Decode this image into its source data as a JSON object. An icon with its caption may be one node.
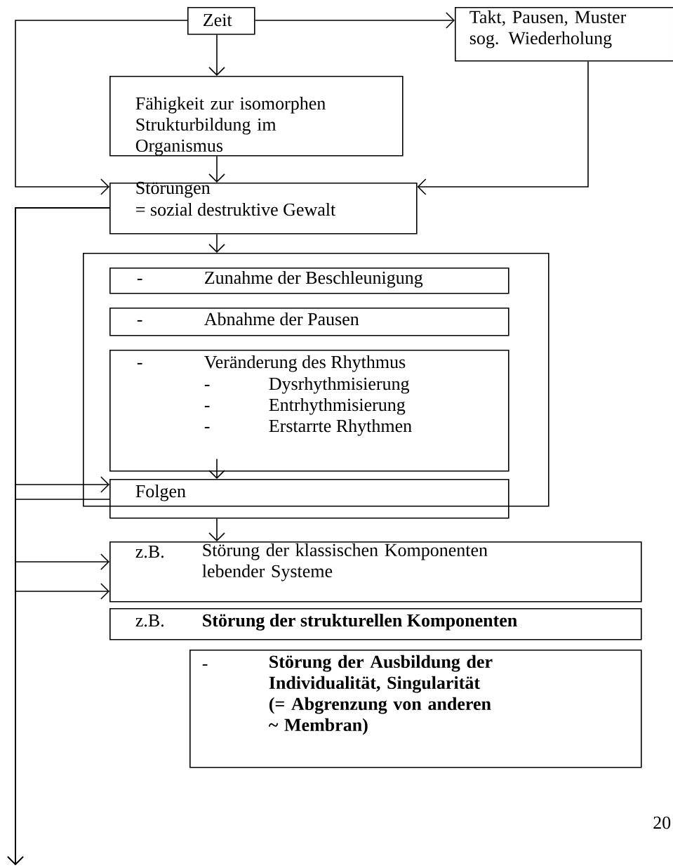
{
  "diagram": {
    "nodes": [
      {
        "text": [
          "Zeit"
        ]
      },
      {
        "text": [
          "Takt, Pausen, Muster sog. Wiederholung"
        ]
      },
      {
        "text": [
          "Fähigkeit zur isomorphen Strukturbildung im Organismus"
        ]
      },
      {
        "text": [
          "Störungen",
          "= sozial destruktive Gewalt"
        ]
      },
      {
        "text": [],
        "shape": "box"
      },
      {
        "text": [
          "-",
          "Zunahme der Beschleunigung"
        ],
        "in": 4
      },
      {
        "text": [
          "-",
          "Abnahme der Pausen"
        ],
        "in": 4
      },
      {
        "text": [
          "-",
          "Veränderung des Rhythmus",
          "-",
          "Dysrhythmisierung",
          "-",
          "Entrhythmisierung",
          "-",
          "Erstarrte Rhythmen"
        ],
        "in": 4
      },
      {
        "text": [
          "Folgen"
        ]
      },
      {
        "text": [
          "z.B.",
          "Störung der klassischen Komponenten lebender Systeme"
        ]
      },
      {
        "text": [
          "z.B.",
          "Störung der strukturellen Komponenten"
        ]
      },
      {
        "text": [
          "-",
          "Störung der Ausbildung der Individualität, Singularität (= Abgrenzung von anderen ~ Membran)"
        ]
      }
    ],
    "edges": [
      {
        "from": 0,
        "to": 1,
        "arrow": "to"
      },
      {
        "from": 0,
        "to": 2,
        "arrow": "to"
      },
      {
        "from": 0,
        "to": 3,
        "arrow": "to"
      },
      {
        "from": 2,
        "to": 3,
        "arrow": "to"
      },
      {
        "from": 1,
        "to": 3,
        "arrow": "to"
      },
      {
        "from": 3,
        "to": 4,
        "arrow": "to"
      },
      {
        "from": 7,
        "to": 8,
        "arrow": "to"
      },
      {
        "from": 8,
        "to": 9,
        "arrow": "to"
      },
      {
        "from": 3,
        "to": 8,
        "arrow": "to"
      },
      {
        "from": 3,
        "to": 9,
        "arrow": "to"
      },
      {
        "from": 3,
        "to": 9,
        "arrow": "to"
      },
      {
        "from": 3,
        "to": null,
        "arrow": "to"
      },
      {
        "from": 8,
        "to": null,
        "arrow": "to"
      }
    ],
    "labels": [
      "20"
    ]
  }
}
